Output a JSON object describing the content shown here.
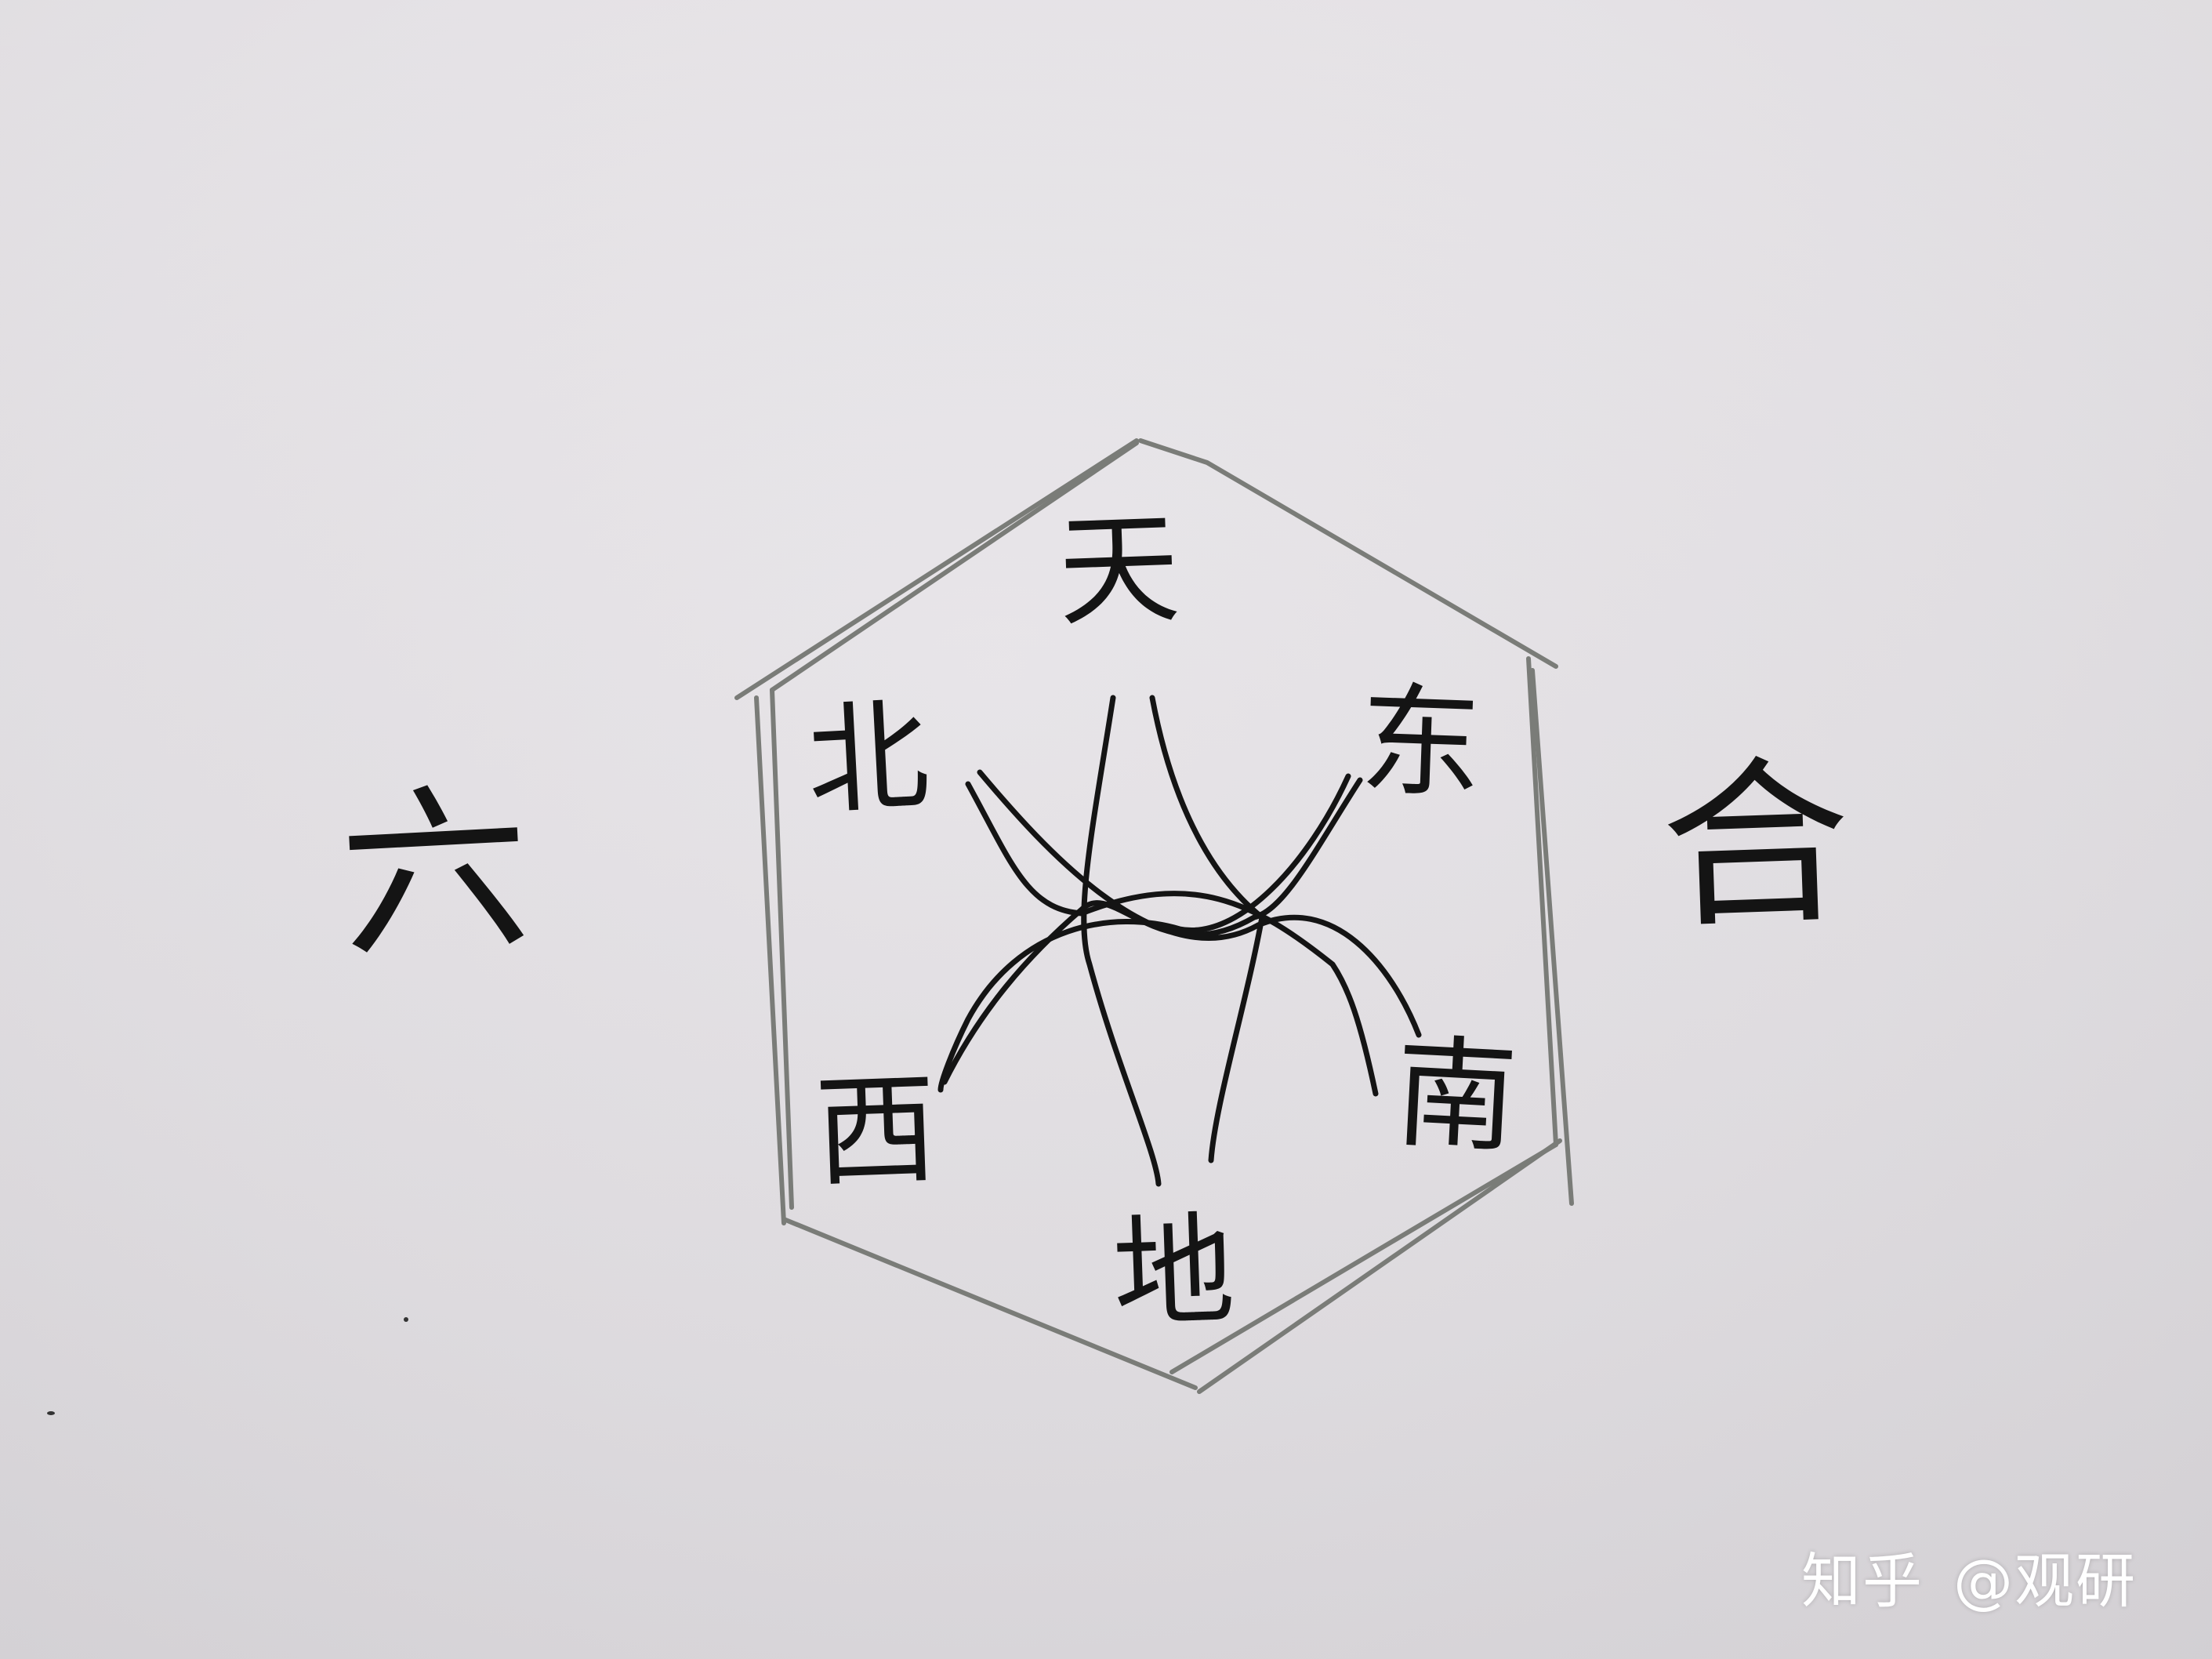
{
  "title": {
    "left": "六",
    "right": "合"
  },
  "nodes": {
    "top": "天",
    "upper_left": "北",
    "upper_right": "东",
    "lower_left": "西",
    "lower_right": "南",
    "bottom": "地"
  },
  "connections": [
    [
      "天",
      "地"
    ],
    [
      "天",
      "地"
    ],
    [
      "北",
      "南"
    ],
    [
      "北",
      "南"
    ],
    [
      "东",
      "西"
    ],
    [
      "东",
      "西"
    ]
  ],
  "watermark": {
    "brand": "知乎",
    "handle": "@观研"
  },
  "colors": {
    "paper": "#e4e1e5",
    "ink": "#141414",
    "pencil": "#7a7c78",
    "watermark": "#ffffff"
  }
}
